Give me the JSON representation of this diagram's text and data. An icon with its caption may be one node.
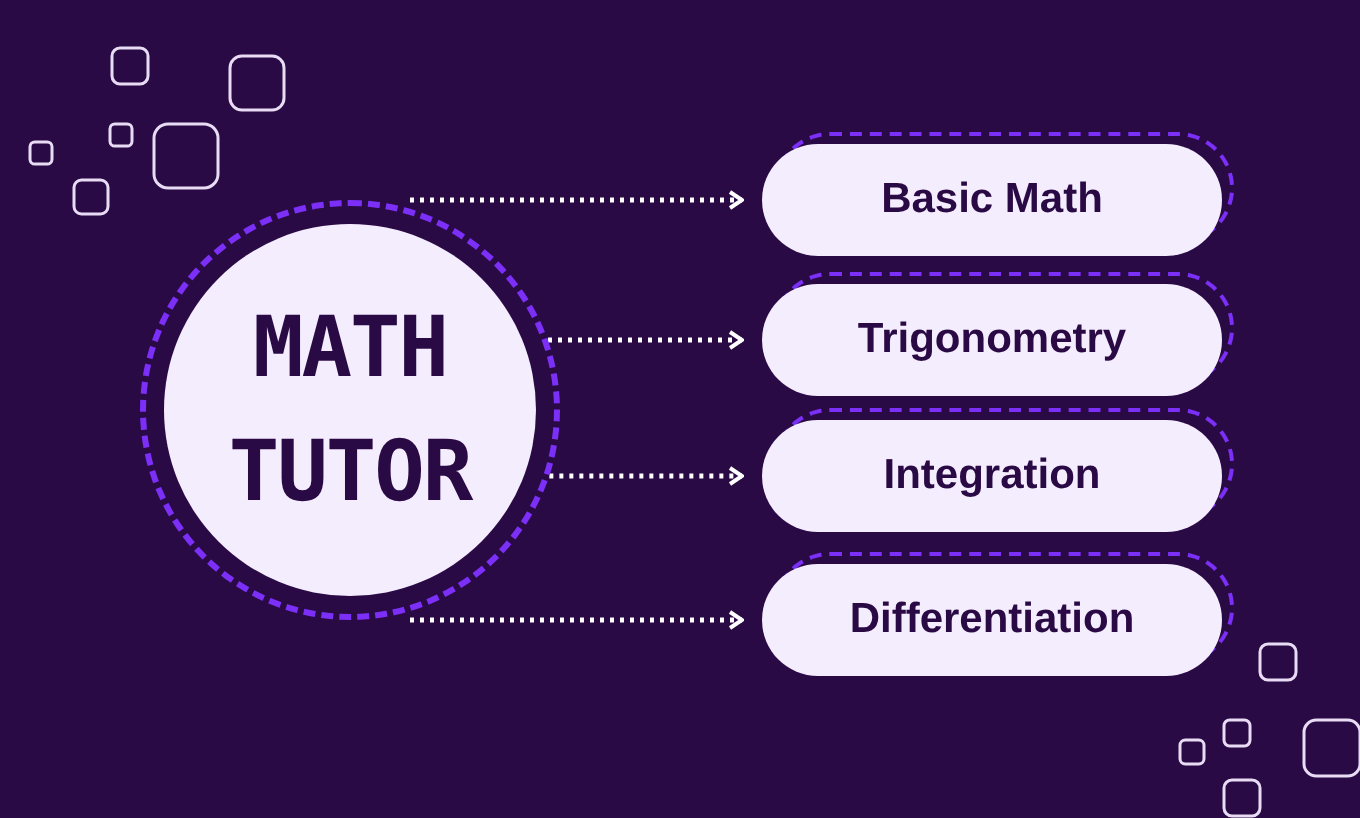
{
  "diagram": {
    "nodes": [
      {
        "text": [
          "MATH TUTOR"
        ]
      },
      {
        "text": [
          "Basic Math"
        ]
      },
      {
        "text": [
          "Trigonometry"
        ]
      },
      {
        "text": [
          "Integration"
        ]
      },
      {
        "text": [
          "Differentiation"
        ]
      }
    ],
    "edges": [
      {
        "from": 0,
        "to": 1,
        "arrow": "to",
        "style": "dashed"
      },
      {
        "from": 0,
        "to": 2,
        "arrow": "to",
        "style": "dashed"
      },
      {
        "from": 0,
        "to": 3,
        "arrow": "to",
        "style": "dashed"
      },
      {
        "from": 0,
        "to": 4,
        "arrow": "to",
        "style": "dashed"
      }
    ]
  }
}
